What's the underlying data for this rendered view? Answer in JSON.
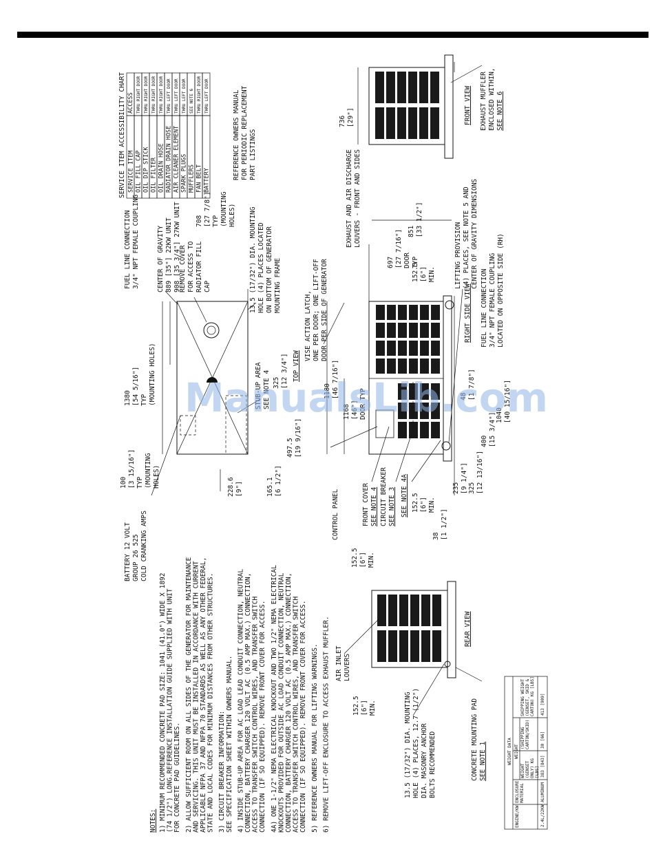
{
  "notes": {
    "title": "NOTES:",
    "lines": [
      "1)  MINIMUM RECOMMENDED CONCRETE PAD SIZE: 1041 (41.0\") WIDE X 1892",
      "     (74 1/2\") LONG.REFERENCE INSTALLATION GUIDE SUPPLIED WITH UNIT",
      "     FOR CONCRETE PAD GUIDELINES.",
      "2)  ALLOW SUFFICIENT ROOM ON ALL SIDES OF THE GENERATOR FOR MAINTENANCE",
      "     AND SERVICING. THIS UNIT MUST BE INSTALLED IN ACCORDANCE WITH CURRENT",
      "     APPLICABLE NFPA 37 AND NFPA 70 STANDARDS AS WELL AS ANY OTHER FEDERAL,",
      "     STATE AND LOCAL CODES FOR MINIMUM DISTANCES FROM OTHER STRUCTURES.",
      "3)  CIRCUIT BREAKER INFORMATION:",
      "     SEE SPECIFICATION SHEET WITHIN OWNERS MANUAL.",
      "4)  INSIDE STUB-UP AREA FOR AC LOAD LEAD CONDUIT CONNECTION, NEUTRAL",
      "     CONNECTION, BATTERY CHARGER 120 VOLT AC (0.5 AMP MAX.) CONNECTION,",
      "     ACCESS TO TRANSFER SWITCH CONTROL WIRES, AND TRANSFER SWITCH",
      "     CONNECTION (IF SO EQUIPPED). REMOVE FRONT COVER FOR ACCESS.",
      "4A) ONE 1-1/2\" NEMA ELECTRICAL KNOCKOUT AND TWO 1/2\" NEMA ELECTRICAL",
      "     KNOCKOUTS PROVIDED FOR OUTSIDE AC LOAD CONDUIT CONNECTION, NEUTRAL",
      "     CONNECTION, BATTERY CHARGER 120 VOLT AC (0.5 AMP MAX.) CONNECTION,",
      "     ACCESS TO TRANSFER SWITCH CONTROL WIRES, AND TRANSFER SWITCH",
      "     CONNECTION (IF SO EQUIPPED). REMOVE FRONT COVER FOR ACCESS.",
      "5)  REFERENCE OWNERS MANUAL FOR LIFTING WARNINGS.",
      "6)  REMOVE LIFT-OFF ENCLOSURE TO ACCESS EXHAUST MUFFLER."
    ]
  },
  "service_chart": {
    "title": "SERVICE ITEM ACCESSIBILITY CHART",
    "headers": [
      "SERVICE ITEM",
      "ACCESS"
    ],
    "rows": [
      [
        "OIL FILL CAP",
        "THRU RIGHT DOOR"
      ],
      [
        "OIL DIP STICK",
        "THRU RIGHT DOOR"
      ],
      [
        "OIL FILTER",
        "THRU RIGHT DOOR"
      ],
      [
        "OIL DRAIN HOSE",
        "THRU RIGHT DOOR"
      ],
      [
        "RADIATOR DRAIN HOSE",
        "THRU LEFT DOOR"
      ],
      [
        "AIR CLEANER ELEMENT",
        "THRU LEFT DOOR"
      ],
      [
        "SPARK PLUGS",
        "THRU LEFT DOOR"
      ],
      [
        "MUFFLERS",
        "SEE NOTE 6"
      ],
      [
        "FAN BELT",
        "THRU RIGHT DOOR"
      ],
      [
        "BATTERY",
        "THRU LEFT DOOR"
      ]
    ],
    "reference": [
      "REFERENCE OWNERS MANUAL",
      "FOR PERIODIC REPLACEMENT",
      "PART LISTINGS"
    ]
  },
  "weight_table": {
    "title": "WEIGHT DATA",
    "group_header": "WEIGHT",
    "headers": [
      "ENGINE/KW",
      "ENCLOSURE MATERIAL",
      "WEIGHT (GENSET ONLY) KG [LBS]",
      "(SHIPPING CARTON/SKID)",
      "SHIPPING WEIGHT (GENSET, SKID & CARTON) KG [LBS]"
    ],
    "row": [
      "2.4L/22KW",
      "ALUMINUM",
      "383 [843]",
      "30 [66]",
      "413 [909]"
    ]
  },
  "top_view": {
    "title": "TOP VIEW",
    "battery": [
      "BATTERY 12 VOLT",
      "GROUP 26 525",
      "COLD CRANKING AMPS"
    ],
    "dim_100": [
      "100",
      "[3 15/16\"]",
      "TYP",
      "(MOUNTING",
      "HOLES)"
    ],
    "dim_1380": [
      "1380",
      "[54 5/16\"]",
      "TYP",
      "(MOUNTING HOLES)"
    ],
    "fuel_line": [
      "FUEL LINE CONNECTION",
      "3/4\" NPT FEMALE COUPLING"
    ],
    "cog": [
      "CENTER OF GRAVITY",
      "889 [35\"] 22KW UNIT",
      "908 [35 3/4\"] 27KW UNIT"
    ],
    "remove_cover": [
      "REMOVE COVER",
      "FOR ACCESS TO",
      "RADIATOR FILL",
      "CAP"
    ],
    "dim_708": [
      "708",
      "[27 7/8\"]",
      "TYP",
      "(MOUNTING",
      "HOLES)"
    ],
    "mount_hole": [
      "13.5 (17/32\") DIA. MOUNTING",
      "HOLE (4) PLACES LOCATED",
      "ON BOTTOM OF GENERATOR",
      "MOUNTING FRAME"
    ],
    "stubup": [
      "STUB-UP AREA",
      "SEE NOTE 4"
    ],
    "dim_325": [
      "325",
      "[12 3/4\"]"
    ],
    "dim_4975": [
      "497.5",
      "[19 9/16\"]"
    ],
    "dim_2286": [
      "228.6",
      "[9\"]"
    ],
    "dim_1651": [
      "165.1",
      "[6 1/2\"]"
    ]
  },
  "right_side_view": {
    "title": "RIGHT SIDE VIEW",
    "vise": [
      "VISE ACTION LATCH,",
      "ONE PER DOOR; ONE LIFT-OFF",
      "DOOR PER SIDE OF GENERATOR"
    ],
    "exhaust": [
      "EXHAUST AND AIR DISCHARGE",
      "LOUVERS - FRONT AND SIDES"
    ],
    "dim_1180": [
      "1180",
      "[46 7/16\"]"
    ],
    "dim_1168": [
      "1168",
      "[46\"]",
      "DOOR TYP"
    ],
    "dim_697": [
      "697",
      "[27 7/16\"]",
      "DOOR",
      "TYP"
    ],
    "dim_851": [
      "851",
      "[33 1/2\"]"
    ],
    "dim_1525_top": [
      "152.5",
      "[6\"]",
      "MIN."
    ],
    "lifting": [
      "LIFTING PROVISION",
      "(4) PLACES, SEE NOTE 5 AND",
      "CENTER OF GRAVITY DIMENSIONS"
    ],
    "fuel_line": [
      "FUEL LINE CONNECTION",
      "3/4\" NPT FEMALE COUPLING",
      "LOCATED ON OPPOSITE SIDE (RH)"
    ],
    "control_panel": "CONTROL PANEL",
    "front_cover": [
      "FRONT COVER",
      "SEE NOTE 4"
    ],
    "circuit_breaker": [
      "CIRCUIT BREAKER",
      "SEE NOTE 3"
    ],
    "see_note_4a": "SEE NOTE 4A",
    "dim_38": [
      "38",
      "[1 1/2\"]"
    ],
    "dim_1525_bottom": [
      "152.5",
      "[6\"]",
      "MIN."
    ],
    "dim_235": [
      "235",
      "[9 1/4\"]"
    ],
    "dim_325": [
      "325",
      "[12 13/16\"]"
    ],
    "dim_400": [
      "400",
      "[15 3/4\"]"
    ],
    "dim_1040": [
      "1040",
      "[40 15/16\"]"
    ],
    "dim_48": [
      "48",
      "[1 7/8\"]"
    ]
  },
  "front_view": {
    "title": "FRONT VIEW",
    "dim_736": [
      "736",
      "[29\"]"
    ],
    "muffler": [
      "EXHAUST MUFFLER",
      "ENCLOSED WITHIN,",
      "SEE NOTE 6"
    ]
  },
  "rear_view": {
    "title": "REAR VIEW",
    "dim_top": [
      "152.5",
      "[6\"]",
      "MIN."
    ],
    "dim_bottom": [
      "152.5",
      "[6\"]",
      "MIN."
    ],
    "air_inlet": [
      "AIR INLET",
      "LOUVERS"
    ],
    "mount_hole": [
      "13.5 (17/32\") DIA. MOUNTING",
      "HOLE (4) PLACES, 12.7 (1/2\")",
      "DIA. MASONRY ANCHOR",
      "BOLTS RECOMMENDED"
    ],
    "concrete_pad": [
      "CONCRETE MOUNTING PAD",
      "SEE NOTE 1"
    ]
  },
  "watermark": "ManualsLib.com"
}
